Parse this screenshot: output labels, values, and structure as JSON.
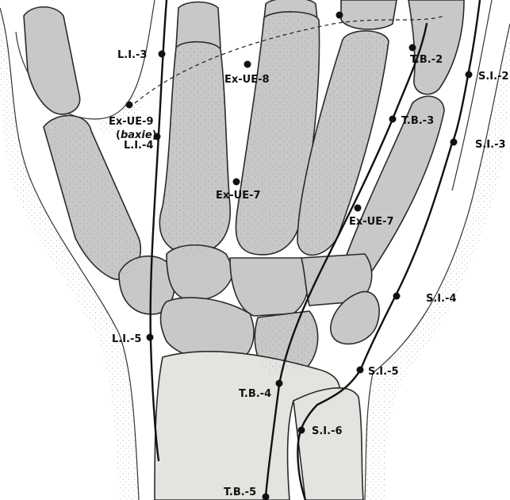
{
  "figure": {
    "colors": {
      "bone_fill": "#c8c8c8",
      "radius_fill": "#e2e4e0",
      "outline": "#2a2a2a",
      "meridian": "#111111",
      "point": "#111111"
    },
    "labels": {
      "li3": "L.I.-3",
      "li4": "L.I.-4",
      "li5": "L.I.-5",
      "exue9": "Ex-UE-9",
      "baxie_open": "(",
      "baxie": "baxie",
      "baxie_close": ")",
      "exue8": "Ex-UE-8",
      "exue7_mid": "Ex-UE-7",
      "exue7_right": "Ex-UE-7",
      "tb2": "T.B.-2",
      "tb3": "T.B.-3",
      "tb4": "T.B.-4",
      "tb5": "T.B.-5",
      "si2": "S.I.-2",
      "si3": "S.I.-3",
      "si4": "S.I.-4",
      "si5": "S.I.-5",
      "si6": "S.I.-6"
    }
  }
}
